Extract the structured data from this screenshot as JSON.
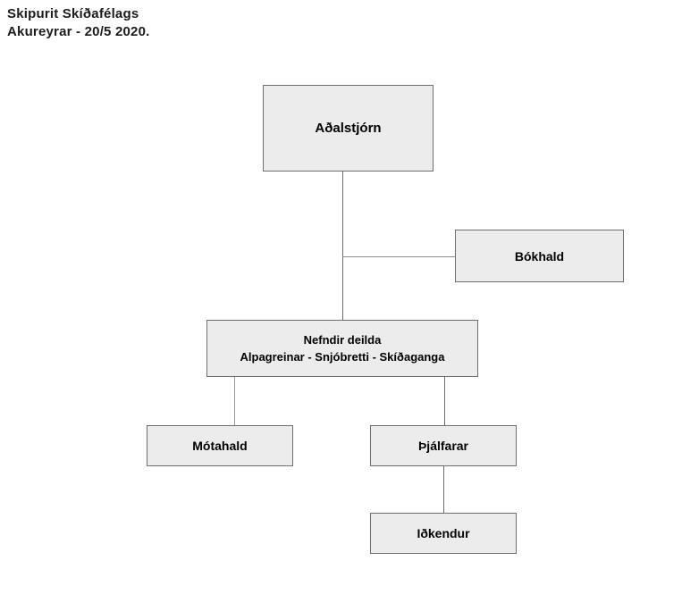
{
  "title": {
    "line1": "Skipurit Skíðafélags",
    "line2": "Akureyrar - 20/5 2020."
  },
  "nodes": {
    "adalstjorn": {
      "label": "Aðalstjórn"
    },
    "bokhald": {
      "label": "Bókhald"
    },
    "nefndir": {
      "line1": "Nefndir deilda",
      "line2": "Alpagreinar - Snjóbretti - Skíðaganga"
    },
    "motahald": {
      "label": "Mótahald"
    },
    "thjalfarar": {
      "label": "Þjálfarar"
    },
    "idkendur": {
      "label": "Iðkendur"
    }
  },
  "edges": [
    {
      "from": "Aðalstjórn",
      "to": "Nefndir deilda"
    },
    {
      "from": "Aðalstjórn",
      "to": "Bókhald"
    },
    {
      "from": "Nefndir deilda",
      "to": "Mótahald"
    },
    {
      "from": "Nefndir deilda",
      "to": "Þjálfarar"
    },
    {
      "from": "Þjálfarar",
      "to": "Iðkendur"
    }
  ],
  "colors": {
    "background": "#ffffff",
    "box_fill": "#ececec",
    "box_border": "#6e6e6e",
    "connector": "#6b6b6b",
    "text": "#000000",
    "title_text": "#1b1b1b"
  }
}
